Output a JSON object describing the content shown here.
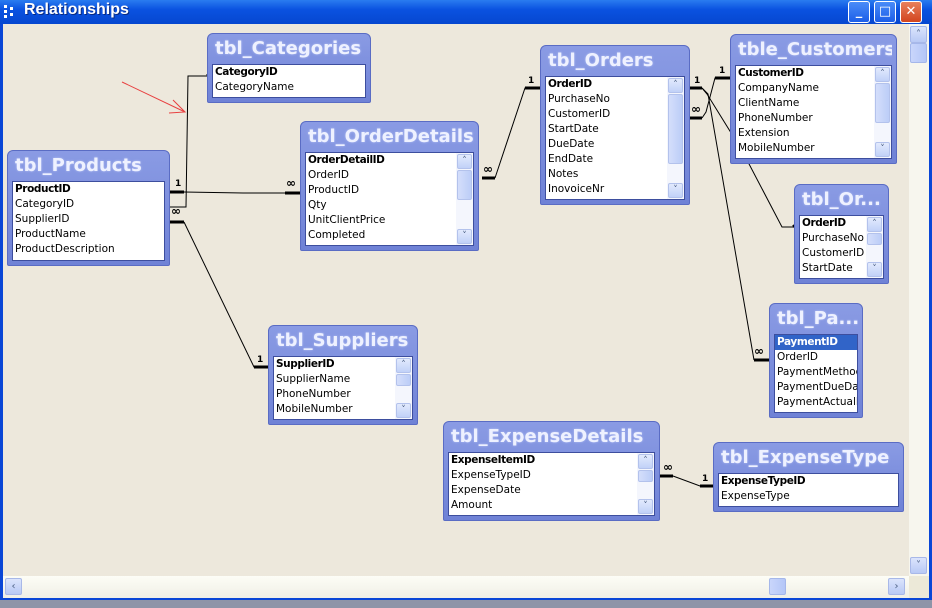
{
  "window": {
    "title": "Relationships",
    "buttons": {
      "minimize": "_",
      "maximize": "□",
      "close": "✕"
    }
  },
  "annotation": {
    "color": "#e84040"
  },
  "tables": {
    "categories": {
      "title": "tbl_Categories",
      "fields": [
        "CategoryID",
        "CategoryName"
      ]
    },
    "products": {
      "title": "tbl_Products",
      "fields": [
        "ProductID",
        "CategoryID",
        "SupplierID",
        "ProductName",
        "ProductDescription"
      ]
    },
    "orderdetails": {
      "title": "tbl_OrderDetails",
      "fields": [
        "OrderDetailID",
        "OrderID",
        "ProductID",
        "Qty",
        "UnitClientPrice",
        "Completed"
      ]
    },
    "orders": {
      "title": "tbl_Orders",
      "fields": [
        "OrderID",
        "PurchaseNo",
        "CustomerID",
        "StartDate",
        "DueDate",
        "EndDate",
        "Notes",
        "InovoiceNr"
      ]
    },
    "customers": {
      "title": "tble_Customers",
      "fields": [
        "CustomerID",
        "CompanyName",
        "ClientName",
        "PhoneNumber",
        "Extension",
        "MobileNumber"
      ]
    },
    "orders2": {
      "title": "tbl_Or...",
      "fields": [
        "OrderID",
        "PurchaseNo",
        "CustomerID",
        "StartDate"
      ]
    },
    "payments": {
      "title": "tbl_Pa...",
      "fields": [
        "PaymentID",
        "OrderID",
        "PaymentMethod",
        "PaymentDueDate",
        "PaymentActualDa"
      ]
    },
    "suppliers": {
      "title": "tbl_Suppliers",
      "fields": [
        "SupplierID",
        "SupplierName",
        "PhoneNumber",
        "MobileNumber"
      ]
    },
    "expensedetails": {
      "title": "tbl_ExpenseDetails",
      "fields": [
        "ExpenseItemID",
        "ExpenseTypeID",
        "ExpenseDate",
        "Amount"
      ]
    },
    "expensetype": {
      "title": "tbl_ExpenseType",
      "fields": [
        "ExpenseTypeID",
        "ExpenseType"
      ]
    }
  },
  "cardinality": {
    "one": "1",
    "many": "∞"
  },
  "scroll": {
    "up": "˄",
    "down": "˅",
    "left": "‹",
    "right": "›"
  }
}
